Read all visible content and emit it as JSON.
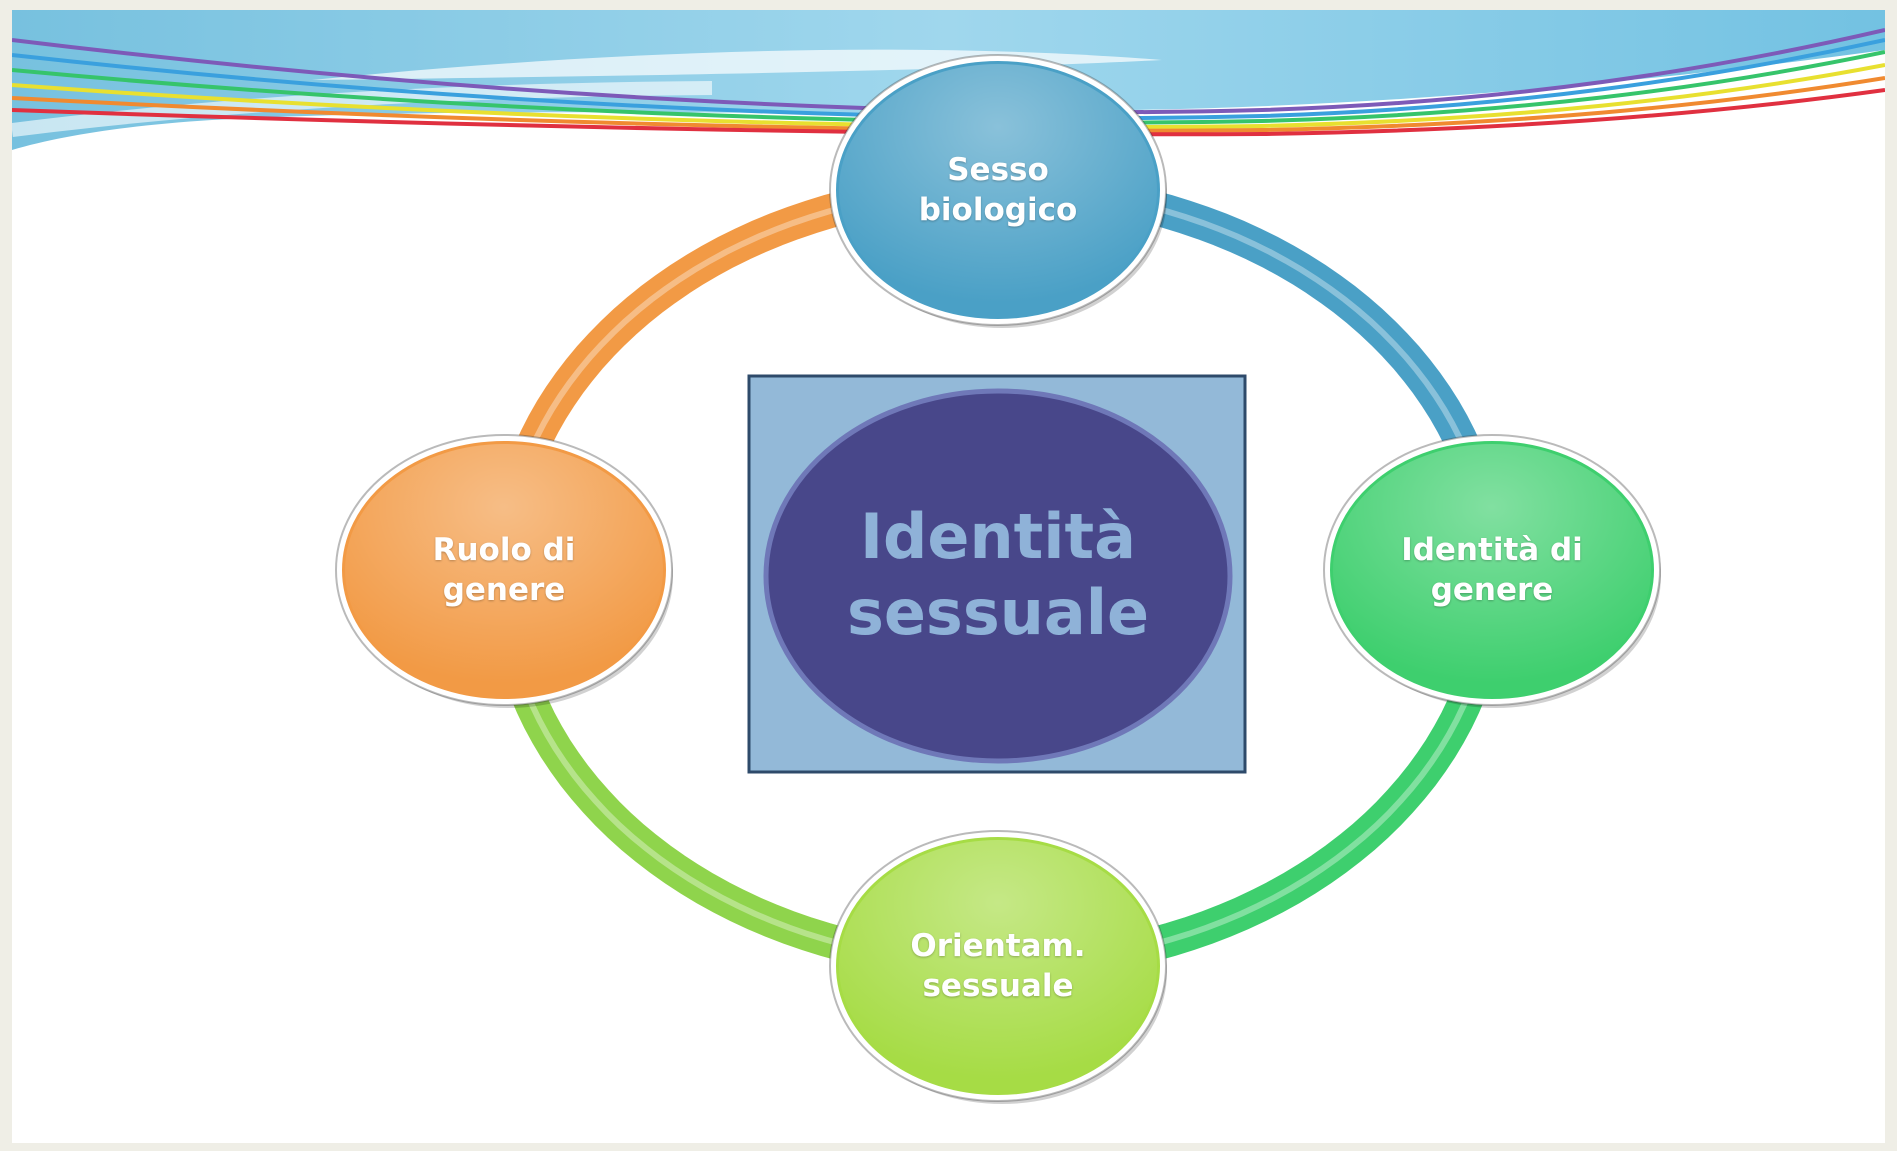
{
  "diagram": {
    "center": {
      "label": "Identità\nsessuale",
      "box_color": "#93b9d8",
      "circle_color": "#48478a"
    },
    "nodes": [
      {
        "id": "sesso-biologico",
        "label": "Sesso\nbiologico",
        "color": "#4aa0c6"
      },
      {
        "id": "identita-di-genere",
        "label": "Identità di\ngenere",
        "color": "#3ecf6e"
      },
      {
        "id": "orientamento-sessuale",
        "label": "Orientam.\nsessuale",
        "color": "#a6dc45"
      },
      {
        "id": "ruolo-di-genere",
        "label": "Ruolo di\ngenere",
        "color": "#f29a45"
      }
    ],
    "ring_segments": [
      {
        "from": "sesso-biologico",
        "to": "identita-di-genere",
        "color": "#4aa0c6"
      },
      {
        "from": "identita-di-genere",
        "to": "orientamento-sessuale",
        "color": "#3ecf6e"
      },
      {
        "from": "orientamento-sessuale",
        "to": "ruolo-di-genere",
        "color": "#8fd44c"
      },
      {
        "from": "ruolo-di-genere",
        "to": "sesso-biologico",
        "color": "#f29a45"
      }
    ]
  }
}
